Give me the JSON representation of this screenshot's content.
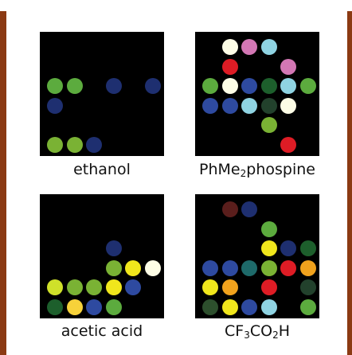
{
  "colors": {
    "frame": "#8b3a13",
    "background": "#ffffff",
    "panel": "#000000"
  },
  "dot_colors": {
    "lime": "#7ab234",
    "green": "#5cab3e",
    "navy": "#1e2f70",
    "blue": "#2e4aa0",
    "white": "#fdfde6",
    "pink": "#d377b4",
    "cyan": "#8fd3e2",
    "red": "#de1c25",
    "darkgreen": "#1d5f2c",
    "darkteal": "#22412c",
    "yellow": "#f0e61c",
    "yellowgreen": "#cfe12a",
    "gold": "#f7d23a",
    "teal": "#1e6a6a",
    "orange": "#f0a21d",
    "maroon": "#5a1e1c",
    "forest": "#2d4f2d"
  },
  "panels": [
    {
      "id": "ethanol",
      "label_parts": [
        {
          "t": "ethanol"
        }
      ],
      "grid": [
        [
          null,
          null,
          null,
          null,
          null,
          null
        ],
        [
          null,
          null,
          null,
          null,
          null,
          null
        ],
        [
          "green",
          "green",
          null,
          "navy",
          null,
          "navy"
        ],
        [
          "navy",
          null,
          null,
          null,
          null,
          null
        ],
        [
          null,
          null,
          null,
          null,
          null,
          null
        ],
        [
          "lime",
          "lime",
          "navy",
          null,
          null,
          null
        ]
      ]
    },
    {
      "id": "phme2phospine",
      "label_parts": [
        {
          "t": "PhMe"
        },
        {
          "sub": "2"
        },
        {
          "t": "phospine"
        }
      ],
      "grid": [
        [
          null,
          "white",
          "pink",
          "cyan",
          null,
          null
        ],
        [
          null,
          "red",
          null,
          null,
          "pink",
          null
        ],
        [
          "green",
          "white",
          "blue",
          "darkgreen",
          "cyan",
          "green"
        ],
        [
          "blue",
          "blue",
          "cyan",
          "darkteal",
          "white",
          null
        ],
        [
          null,
          null,
          null,
          "lime",
          null,
          null
        ],
        [
          null,
          null,
          null,
          null,
          "red",
          null
        ]
      ]
    },
    {
      "id": "acetic-acid",
      "label_parts": [
        {
          "t": "acetic acid"
        }
      ],
      "grid": [
        [
          null,
          null,
          null,
          null,
          null,
          null
        ],
        [
          null,
          null,
          null,
          null,
          null,
          null
        ],
        [
          null,
          null,
          null,
          "navy",
          null,
          null
        ],
        [
          null,
          null,
          null,
          "lime",
          "yellow",
          "white"
        ],
        [
          "yellowgreen",
          "lime",
          "lime",
          "yellow",
          "blue",
          null
        ],
        [
          "darkgreen",
          "gold",
          "blue",
          "green",
          null,
          null
        ]
      ]
    },
    {
      "id": "cf3co2h",
      "label_parts": [
        {
          "t": "CF"
        },
        {
          "sub": "3"
        },
        {
          "t": "CO"
        },
        {
          "sub": "2"
        },
        {
          "t": "H"
        }
      ],
      "grid": [
        [
          null,
          "maroon",
          "navy",
          null,
          null,
          null
        ],
        [
          null,
          null,
          null,
          "green",
          null,
          null
        ],
        [
          null,
          null,
          null,
          "yellow",
          "navy",
          "darkgreen"
        ],
        [
          "blue",
          "blue",
          "teal",
          "lime",
          "red",
          "orange"
        ],
        [
          "yellow",
          "orange",
          null,
          "red",
          null,
          "darkteal"
        ],
        [
          "forest",
          "yellow",
          "blue",
          "cyan",
          null,
          "green"
        ]
      ]
    }
  ]
}
